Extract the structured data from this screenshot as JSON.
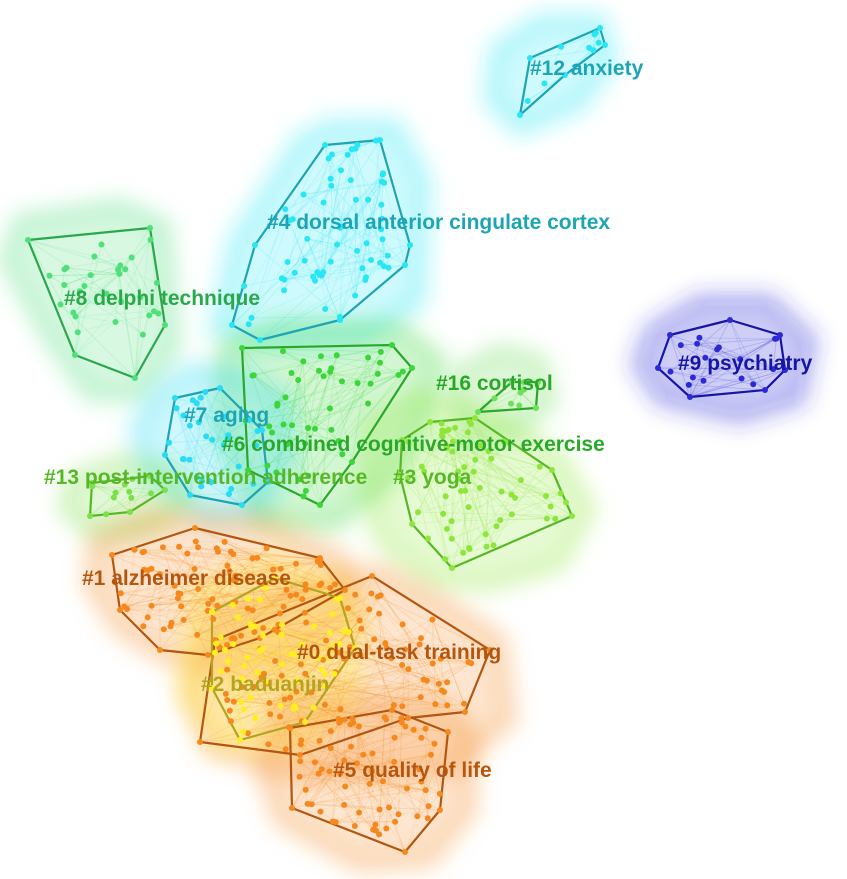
{
  "clusters": [
    {
      "id": "c12",
      "label": "#12 anxiety",
      "color": "#1ea5b5",
      "node_color": "#27e6f5"
    },
    {
      "id": "c4",
      "label": "#4 dorsal anterior cingulate cortex",
      "color": "#1ea5b5",
      "node_color": "#27e6f5"
    },
    {
      "id": "c8",
      "label": "#8 delphi technique",
      "color": "#2aa84a",
      "node_color": "#4fe07a"
    },
    {
      "id": "c9",
      "label": "#9 psychiatry",
      "color": "#1616a6",
      "node_color": "#2b2bd6"
    },
    {
      "id": "c16",
      "label": "#16 cortisol",
      "color": "#2aa82a",
      "node_color": "#6fe05a"
    },
    {
      "id": "c7",
      "label": "#7 aging",
      "color": "#1ea5b5",
      "node_color": "#27dcf5"
    },
    {
      "id": "c6",
      "label": "#6 combined cognitive-motor exercise",
      "color": "#2aa82a",
      "node_color": "#3ad63a"
    },
    {
      "id": "c13",
      "label": "#13 post-intervention adherence",
      "color": "#56b825",
      "node_color": "#7be04a"
    },
    {
      "id": "c3",
      "label": "#3 yoga",
      "color": "#56b825",
      "node_color": "#8ee63c"
    },
    {
      "id": "c1",
      "label": "#1 alzheimer disease",
      "color": "#b4560f",
      "node_color": "#f5891e"
    },
    {
      "id": "c0",
      "label": "#0 dual-task training",
      "color": "#b4560f",
      "node_color": "#f5891e"
    },
    {
      "id": "c2",
      "label": "#2 baduanjin",
      "color": "#b4a41e",
      "node_color": "#ffee22"
    },
    {
      "id": "c5",
      "label": "#5 quality of life",
      "color": "#b4560f",
      "node_color": "#f5891e"
    }
  ]
}
